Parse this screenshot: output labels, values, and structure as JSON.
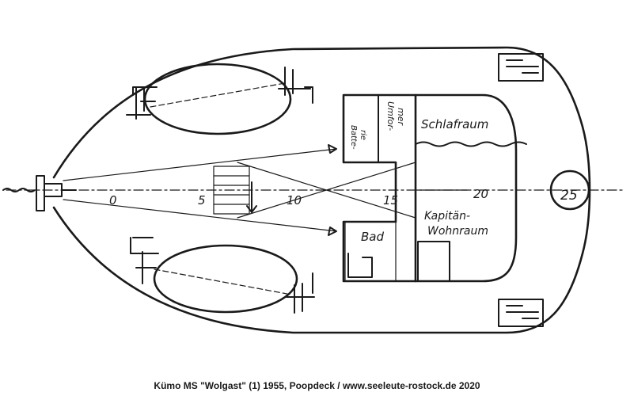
{
  "caption": "Kümo MS \"Wolgast\" (1) 1955, Poopdeck / www.seeleute-rostock.de 2020",
  "frame_marks": [
    "0",
    "5",
    "10",
    "15",
    "20",
    "25"
  ],
  "rooms": {
    "schlafraum": "Schlafraum",
    "kapitaen_line1": "Kapitän-",
    "kapitaen_line2": "Wohnraum",
    "bad": "Bad",
    "umformer_line1": "Umfor-",
    "umformer_line2": "mer",
    "batterie_line1": "Batte-",
    "batterie_line2": "rie"
  }
}
